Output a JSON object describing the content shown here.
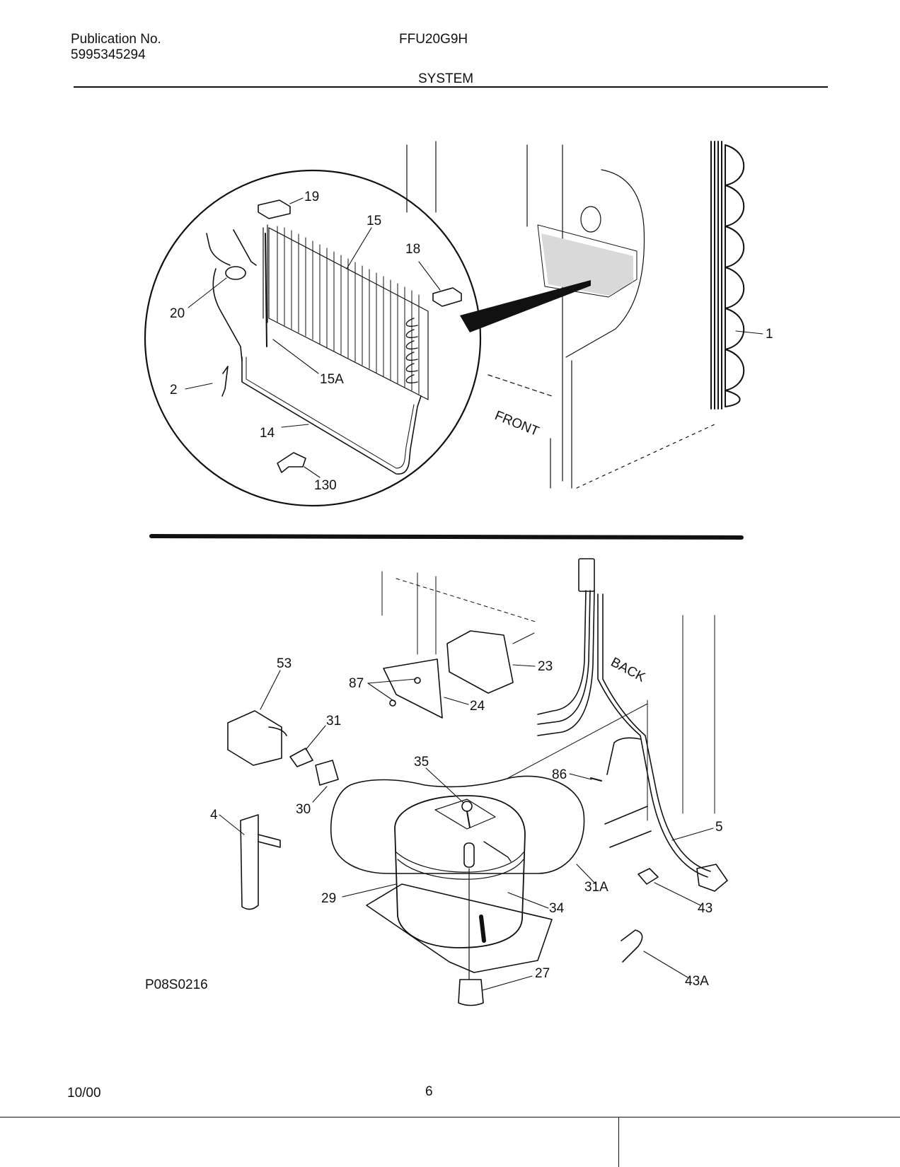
{
  "header": {
    "publication_label": "Publication No.",
    "publication_number": "5995345294",
    "model": "FFU20G9H",
    "section": "SYSTEM"
  },
  "diagram": {
    "top_labels": {
      "p19": "19",
      "p15": "15",
      "p18": "18",
      "p20": "20",
      "p15a": "15A",
      "p2": "2",
      "p14": "14",
      "p130": "130",
      "p1": "1",
      "front": "FRONT"
    },
    "bottom_labels": {
      "p53": "53",
      "p87": "87",
      "p23": "23",
      "p24": "24",
      "p31": "31",
      "p35": "35",
      "p86": "86",
      "p30": "30",
      "p4": "4",
      "p5": "5",
      "p29": "29",
      "p34": "34",
      "p31a": "31A",
      "p43": "43",
      "p27": "27",
      "p43a": "43A",
      "back": "BACK"
    },
    "figure_id": "P08S0216"
  },
  "footer": {
    "date": "10/00",
    "page_number": "6"
  }
}
